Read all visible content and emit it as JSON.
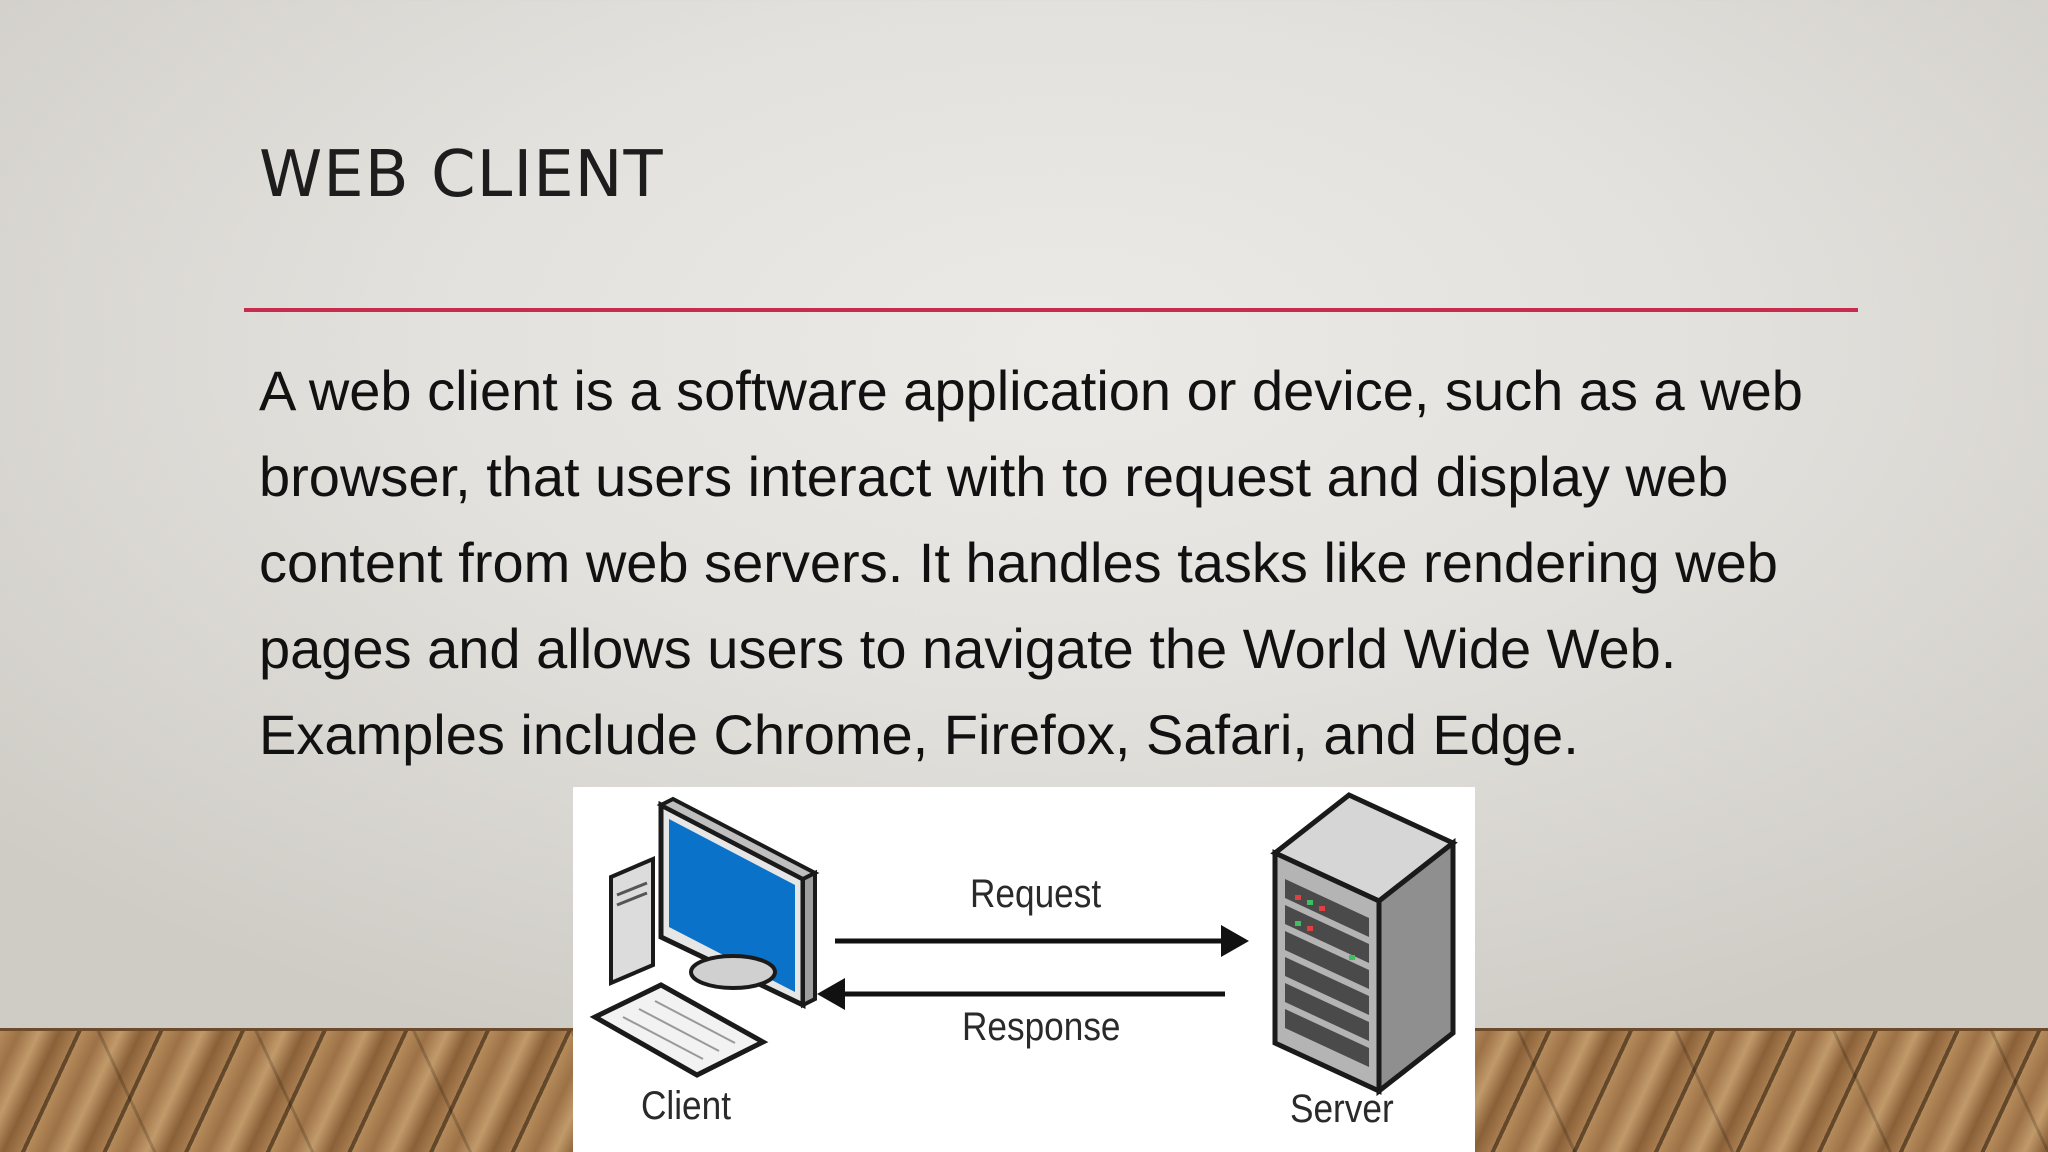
{
  "slide": {
    "title": "WEB CLIENT",
    "body": "A web client is a software application or device, such as a web browser, that users interact with to request and display web content from web servers. It handles tasks like rendering web pages and allows users to navigate the World Wide Web. Examples include Chrome, Firefox, Safari, and Edge.",
    "accent_color": "#c72c4e"
  },
  "diagram": {
    "client_label": "Client",
    "server_label": "Server",
    "request_label": "Request",
    "response_label": "Response",
    "client_icon": "desktop-computer-icon",
    "server_icon": "server-tower-icon"
  }
}
